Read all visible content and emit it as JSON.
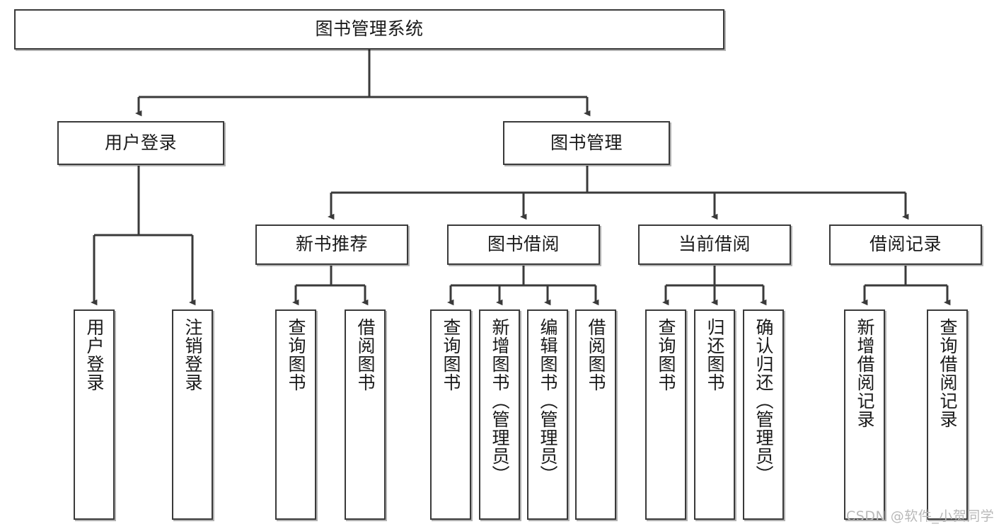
{
  "diagram": {
    "type": "tree",
    "title": "图书管理系统",
    "orientation": "top-down",
    "watermark": "CSDN @软件_小贺同学",
    "colors": {
      "box_border": "#3a3a3a",
      "box_fill": "#ffffff",
      "edge": "#3a3a3a",
      "text": "#1a1a1a",
      "watermark": "#b9b9b9"
    }
  },
  "nodes": {
    "root": {
      "label": "图书管理系统"
    },
    "level2": [
      {
        "id": "user-login",
        "label": "用户登录"
      },
      {
        "id": "book-manage",
        "label": "图书管理"
      }
    ],
    "level3": [
      {
        "id": "new-book-recommend",
        "label": "新书推荐"
      },
      {
        "id": "book-borrow",
        "label": "图书借阅"
      },
      {
        "id": "current-borrow",
        "label": "当前借阅"
      },
      {
        "id": "borrow-record",
        "label": "借阅记录"
      }
    ],
    "leaves": {
      "user-login": [
        {
          "id": "leaf-user-login",
          "label": "用户登录"
        },
        {
          "id": "leaf-logout-login",
          "label": "注销登录"
        }
      ],
      "new-book-recommend": [
        {
          "id": "leaf-query-book-1",
          "label": "查询图书"
        },
        {
          "id": "leaf-borrow-book-1",
          "label": "借阅图书"
        }
      ],
      "book-borrow": [
        {
          "id": "leaf-query-book-2",
          "label": "查询图书"
        },
        {
          "id": "leaf-add-book",
          "label": "新增图书（管理员）"
        },
        {
          "id": "leaf-edit-book",
          "label": "编辑图书（管理员）"
        },
        {
          "id": "leaf-borrow-book-2",
          "label": "借阅图书"
        }
      ],
      "current-borrow": [
        {
          "id": "leaf-query-book-3",
          "label": "查询图书"
        },
        {
          "id": "leaf-return-book",
          "label": "归还图书"
        },
        {
          "id": "leaf-confirm-return",
          "label": "确认归还（管理员）"
        }
      ],
      "borrow-record": [
        {
          "id": "leaf-add-record",
          "label": "新增借阅记录"
        },
        {
          "id": "leaf-query-record",
          "label": "查询借阅记录"
        }
      ]
    }
  }
}
